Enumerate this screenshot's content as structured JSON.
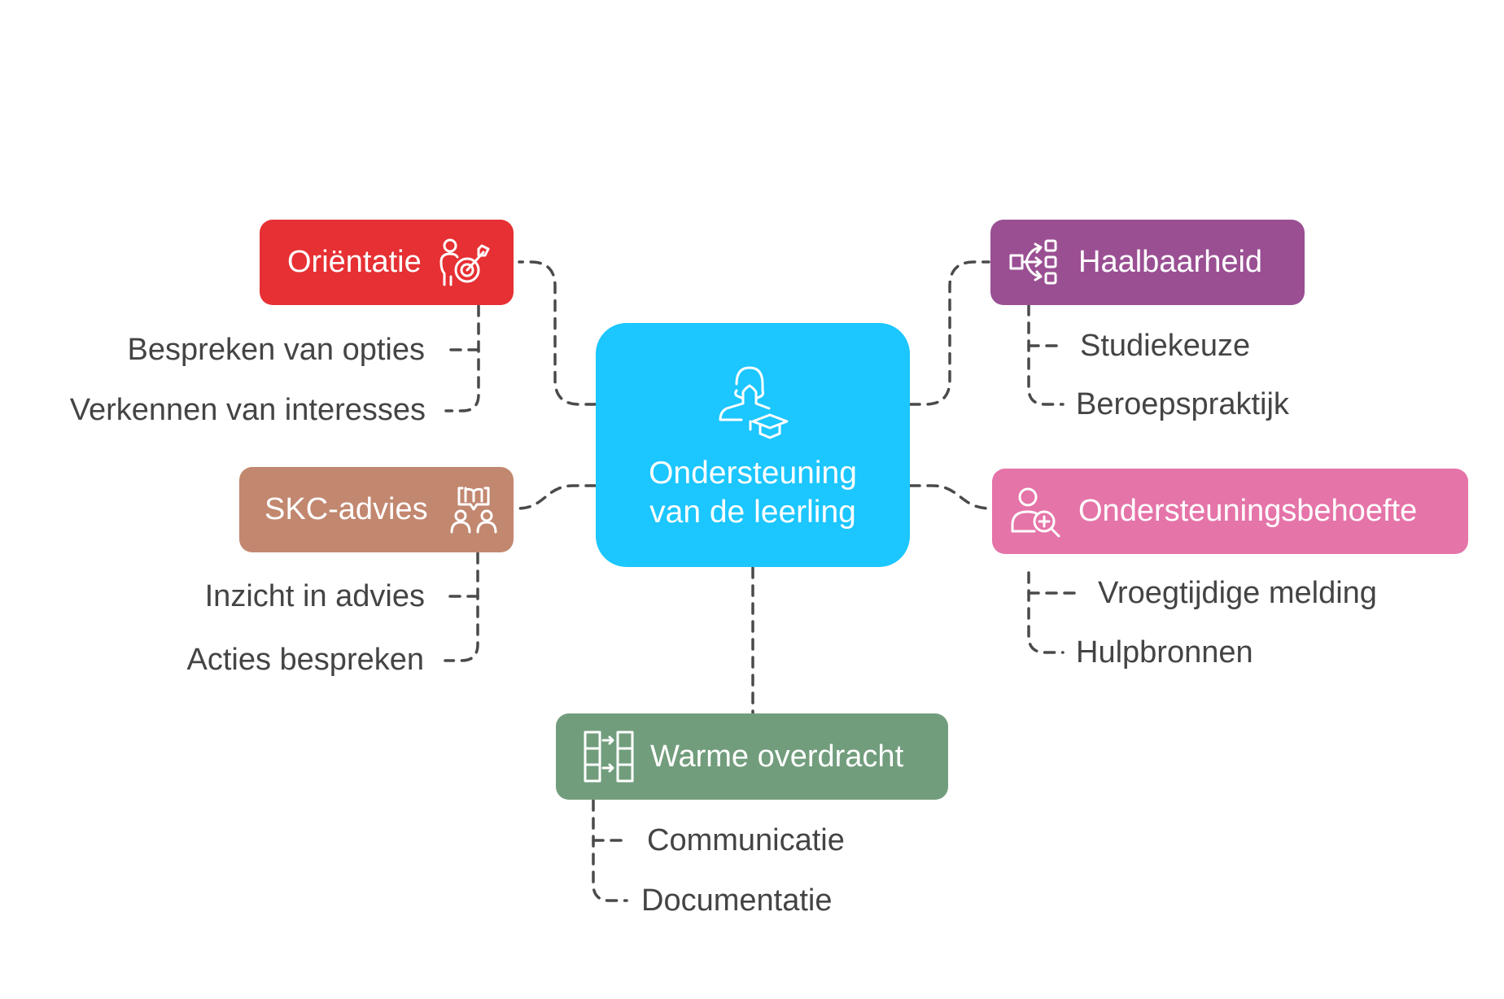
{
  "center": {
    "title_line1": "Ondersteuning",
    "title_line2": "van de leerling",
    "icon": "student-graduation-cap-icon",
    "color": "#1CC6FF"
  },
  "branches": [
    {
      "id": "orientatie",
      "label": "Oriëntatie",
      "icon": "person-target-icon",
      "color": "#E63033",
      "items": [
        "Bespreken van opties",
        "Verkennen van interesses"
      ]
    },
    {
      "id": "skc-advies",
      "label": "SKC-advies",
      "icon": "people-discussion-book-icon",
      "color": "#C2876F",
      "items": [
        "Inzicht in advies",
        "Acties bespreken"
      ]
    },
    {
      "id": "haalbaarheid",
      "label": "Haalbaarheid",
      "icon": "branching-options-icon",
      "color": "#9A4F93",
      "items": [
        "Studiekeuze",
        "Beroepspraktijk"
      ]
    },
    {
      "id": "ondersteuningsbehoefte",
      "label": "Ondersteuningsbehoefte",
      "icon": "person-search-plus-icon",
      "color": "#E574A8",
      "items": [
        "Vroegtijdige melding",
        "Hulpbronnen"
      ]
    },
    {
      "id": "warme-overdracht",
      "label": "Warme overdracht",
      "icon": "transfer-columns-icon",
      "color": "#719D7C",
      "items": [
        "Communicatie",
        "Documentatie"
      ]
    }
  ]
}
